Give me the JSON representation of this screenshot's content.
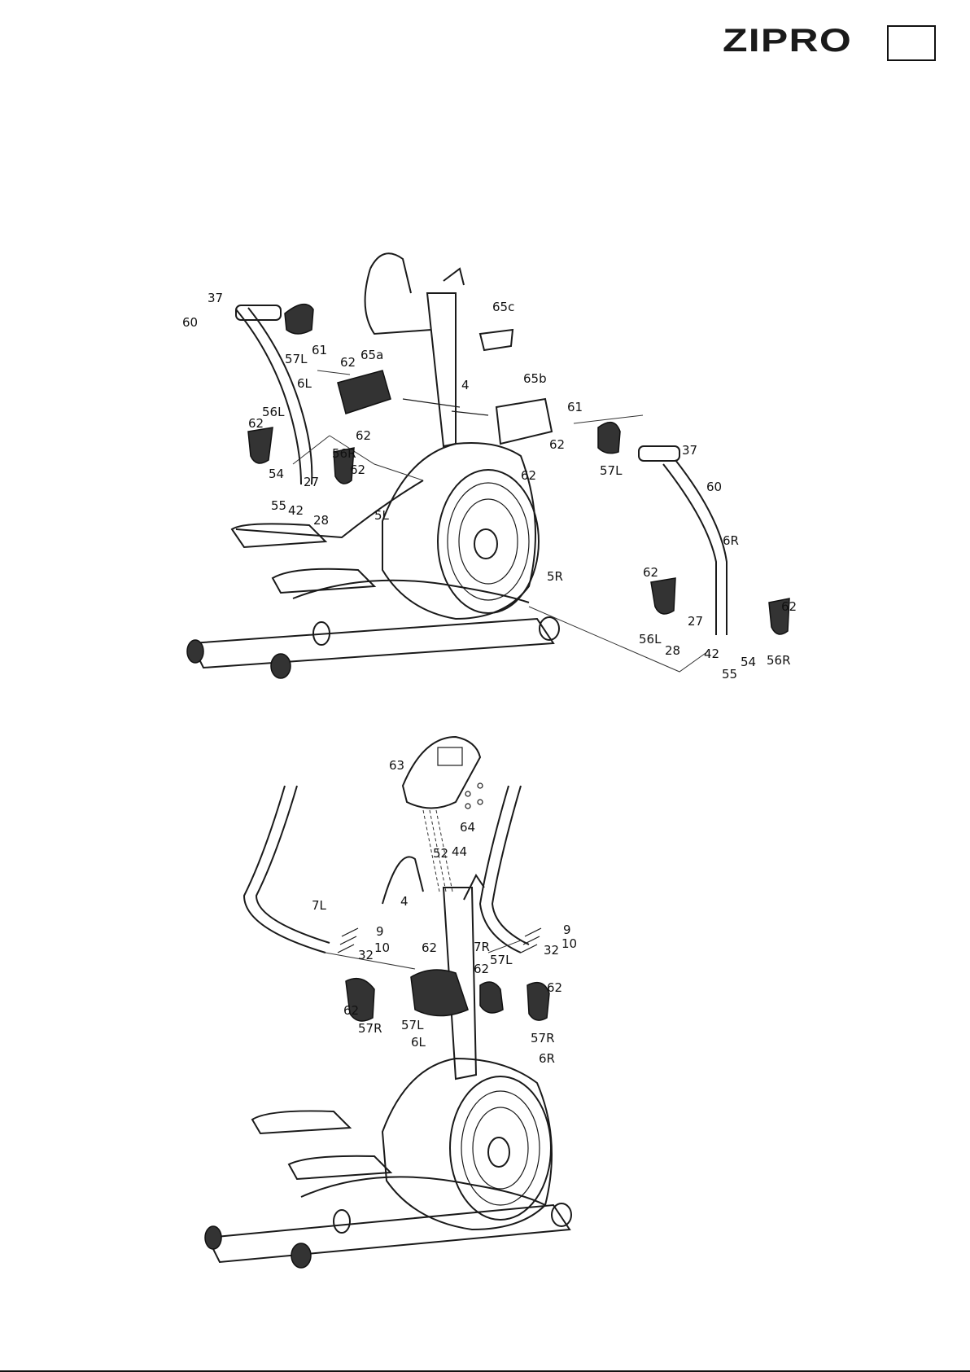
{
  "header": {
    "brand": "ZIPRO",
    "page_box": ""
  },
  "diagram_top": {
    "labels": [
      "37",
      "60",
      "57L",
      "61",
      "62",
      "65a",
      "6L",
      "4",
      "65c",
      "65b",
      "61",
      "56L",
      "62",
      "62",
      "62",
      "62",
      "57L",
      "37",
      "60",
      "56R",
      "62",
      "54",
      "27",
      "55",
      "42",
      "28",
      "5L",
      "6R",
      "5R",
      "62",
      "62",
      "56L",
      "27",
      "28",
      "42",
      "55",
      "54",
      "56R"
    ]
  },
  "diagram_bottom": {
    "labels": [
      "63",
      "64",
      "52",
      "44",
      "4",
      "7L",
      "9",
      "10",
      "32",
      "62",
      "7R",
      "62",
      "57L",
      "9",
      "32",
      "10",
      "62",
      "62",
      "57R",
      "57L",
      "6L",
      "57R",
      "6R"
    ]
  }
}
